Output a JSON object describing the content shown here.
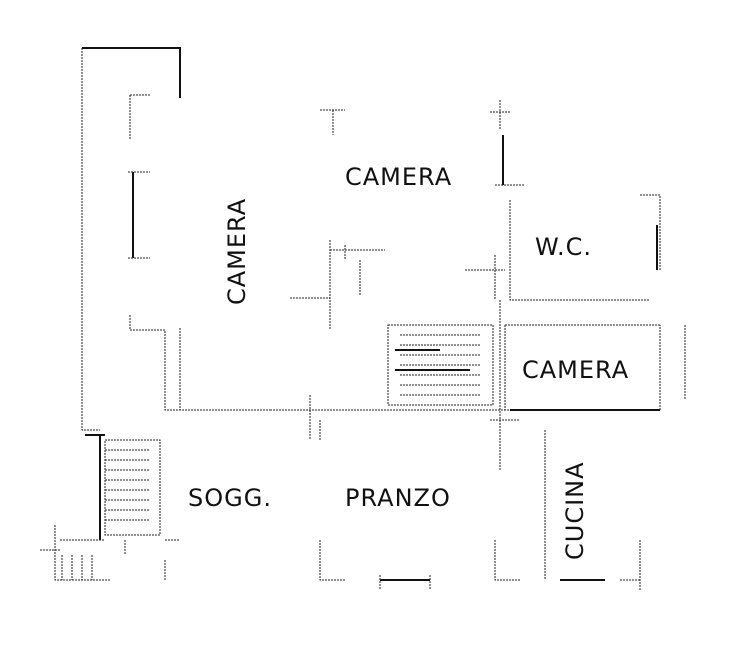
{
  "plan": {
    "rooms": [
      {
        "id": "camera-top",
        "label": "CAMERA"
      },
      {
        "id": "camera-left",
        "label": "CAMERA"
      },
      {
        "id": "wc",
        "label": "W.C."
      },
      {
        "id": "camera-right",
        "label": "CAMERA"
      },
      {
        "id": "soggiorno",
        "label": "SOGG."
      },
      {
        "id": "pranzo",
        "label": "PRANZO"
      },
      {
        "id": "cucina",
        "label": "CUCINA"
      }
    ],
    "line_color": "#111111",
    "background": "#ffffff"
  }
}
